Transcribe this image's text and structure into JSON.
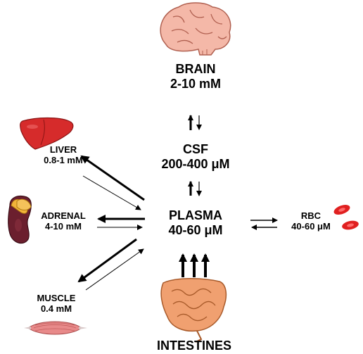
{
  "diagram": {
    "brain": {
      "name": "BRAIN",
      "conc": "2-10 mM"
    },
    "csf": {
      "name": "CSF",
      "conc": "200-400 μM"
    },
    "plasma": {
      "name": "PLASMA",
      "conc": "40-60 μM"
    },
    "intestines": {
      "name": "INTESTINES"
    },
    "liver": {
      "name": "LIVER",
      "conc": "0.8-1 mM"
    },
    "adrenal": {
      "name": "ADRENAL",
      "conc": "4-10 mM"
    },
    "muscle": {
      "name": "MUSCLE",
      "conc": "0.4 mM"
    },
    "rbc": {
      "name": "RBC",
      "conc": "40-60 μM"
    }
  },
  "icons": [
    "brain-icon",
    "liver-icon",
    "adrenal-kidney-icon",
    "muscle-icon",
    "red-blood-cells-icon",
    "intestines-icon"
  ],
  "colors": {
    "brain": "#f4b8a8",
    "liver": "#d62b2b",
    "kidney": "#6b1f2e",
    "adrenal": "#f2b43a",
    "muscle": "#e88a8a",
    "rbc": "#e02020",
    "intestine": "#f0a070",
    "arrow": "#000000"
  }
}
